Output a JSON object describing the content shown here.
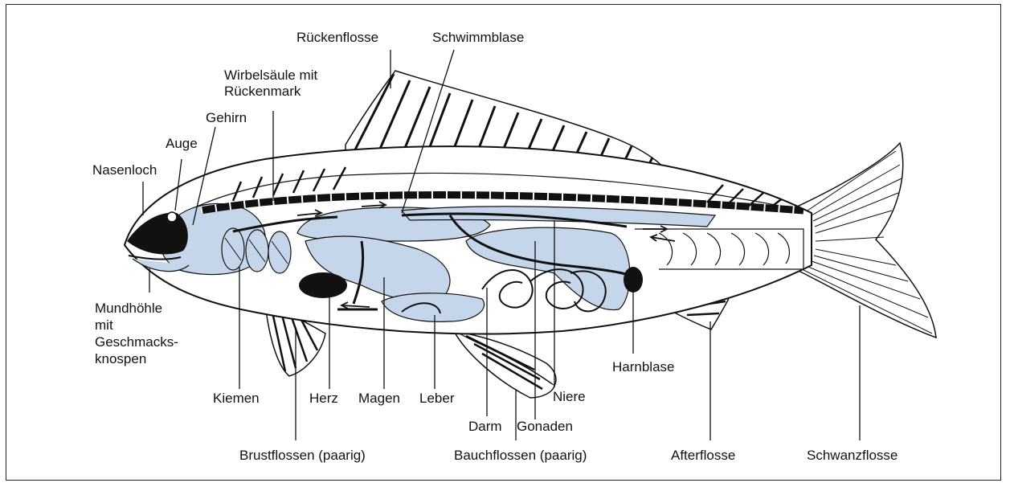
{
  "colors": {
    "organ_fill": "#c5d5ea",
    "outline": "#111111",
    "background": "#ffffff"
  },
  "labels": {
    "rueckenflosse": "Rückenflosse",
    "schwimmblase": "Schwimmblase",
    "wirbelsaeule_line1": "Wirbelsäule mit",
    "wirbelsaeule_line2": "Rückenmark",
    "gehirn": "Gehirn",
    "auge": "Auge",
    "nasenloch": "Nasenloch",
    "mundhoehle_line1": "Mundhöhle",
    "mundhoehle_line2": "mit",
    "mundhoehle_line3": "Geschmacks-",
    "mundhoehle_line4": "knospen",
    "kiemen": "Kiemen",
    "herz": "Herz",
    "magen": "Magen",
    "leber": "Leber",
    "darm": "Darm",
    "gonaden": "Gonaden",
    "niere": "Niere",
    "harnblase": "Harnblase",
    "brustflossen": "Brustflossen (paarig)",
    "bauchflossen": "Bauchflossen (paarig)",
    "afterflosse": "Afterflosse",
    "schwanzflosse": "Schwanzflosse"
  }
}
